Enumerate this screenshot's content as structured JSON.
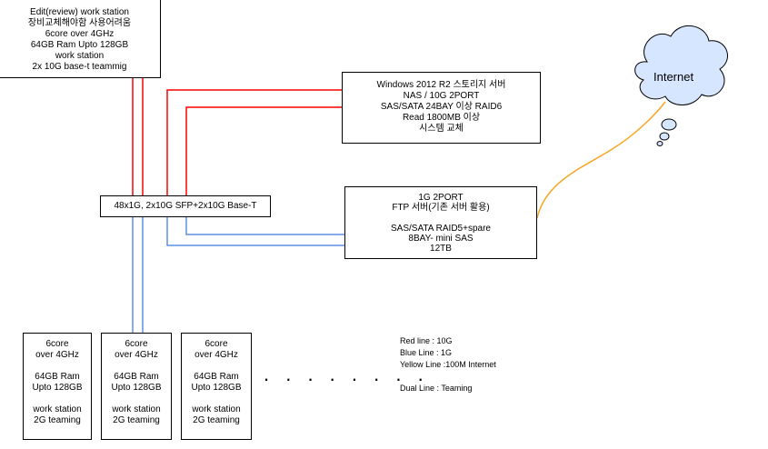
{
  "nodes": {
    "edit_station": {
      "lines": [
        "Edit(review) work station",
        "장비교체해야함  사용어려움",
        "6core  over 4GHz",
        "64GB Ram Upto 128GB",
        "work station",
        "2x 10G base-t teammig"
      ]
    },
    "storage_server": {
      "lines": [
        "Windows 2012 R2 스토리지 서버",
        "NAS / 10G 2PORT",
        "SAS/SATA 24BAY 이상 RAID6",
        "Read 1800MB 이상",
        "시스템 교체"
      ]
    },
    "switch": {
      "label": "48x1G, 2x10G SFP+2x10G Base-T"
    },
    "ftp_server": {
      "lines": [
        "1G 2PORT",
        "FTP 서버(기존 서버 활용)",
        "",
        "SAS/SATA RAID5+spare",
        "8BAY- mini SAS",
        "12TB"
      ]
    },
    "internet": {
      "label": "Internet"
    },
    "workstations": [
      {
        "lines": [
          "6core",
          "over 4GHz",
          "",
          "64GB Ram",
          "Upto 128GB",
          "",
          "work station",
          "2G teaming"
        ]
      },
      {
        "lines": [
          "6core",
          "over 4GHz",
          "",
          "64GB Ram",
          "Upto 128GB",
          "",
          "work station",
          "2G teaming"
        ]
      },
      {
        "lines": [
          "6core",
          "over 4GHz",
          "",
          "64GB Ram",
          "Upto 128GB",
          "",
          "work station",
          "2G teaming"
        ]
      }
    ]
  },
  "ellipsis": ". . . . . . . .",
  "legend": {
    "lines": [
      "Red line : 10G",
      "Blue Line : 1G",
      "Yellow Line :100M Internet",
      "",
      "Dual Line : Teaming"
    ]
  },
  "colors": {
    "red": "#ff0000",
    "blue": "#5b8fe6",
    "yellow": "#f5a623",
    "cloud": "#d6e6ff",
    "border": "#000000"
  }
}
